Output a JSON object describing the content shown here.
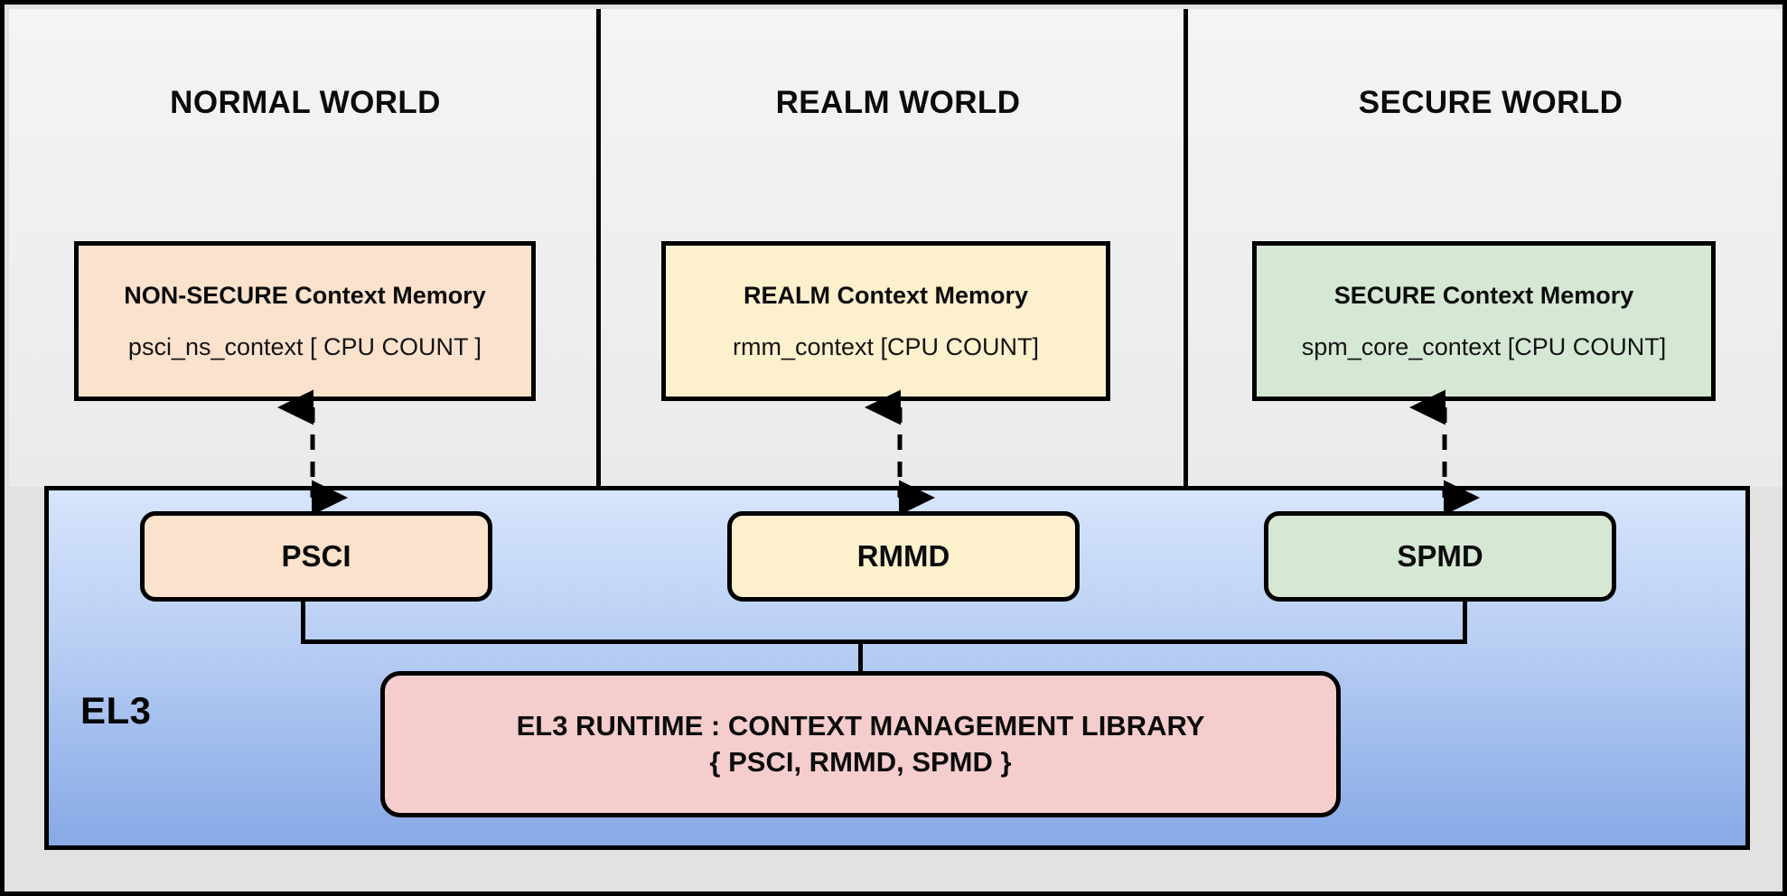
{
  "diagram": {
    "title_bar": "",
    "worlds": [
      {
        "name": "normal",
        "title": "NORMAL WORLD",
        "context_box": {
          "heading": "NON-SECURE Context Memory",
          "detail": "psci_ns_context  [ CPU COUNT ]",
          "fill": "#fbe2cd"
        },
        "dispatcher": {
          "label": "PSCI",
          "fill": "#fbe2cd"
        }
      },
      {
        "name": "realm",
        "title": "REALM WORLD",
        "context_box": {
          "heading": "REALM Context Memory",
          "detail": "rmm_context [CPU COUNT]",
          "fill": "#fdf0cc"
        },
        "dispatcher": {
          "label": "RMMD",
          "fill": "#fdf0cc"
        }
      },
      {
        "name": "secure",
        "title": "SECURE WORLD",
        "context_box": {
          "heading": "SECURE Context Memory",
          "detail": "spm_core_context  [CPU COUNT]",
          "fill": "#d5e8d4"
        },
        "dispatcher": {
          "label": "SPMD",
          "fill": "#d5e8d4"
        }
      }
    ],
    "el3": {
      "label": "EL3",
      "panel_fill_top": "#d7e5fc",
      "panel_fill_bottom": "#87a9e6",
      "runtime_box": {
        "line1": "EL3 RUNTIME : CONTEXT MANAGEMENT LIBRARY",
        "line2": "{ PSCI, RMMD, SPMD }",
        "fill": "#f5cdcd"
      }
    },
    "connectors": {
      "context_to_dispatcher_style": "dashed-bidirectional",
      "dispatcher_to_runtime_style": "solid-bus",
      "line_color": "#000000"
    }
  }
}
